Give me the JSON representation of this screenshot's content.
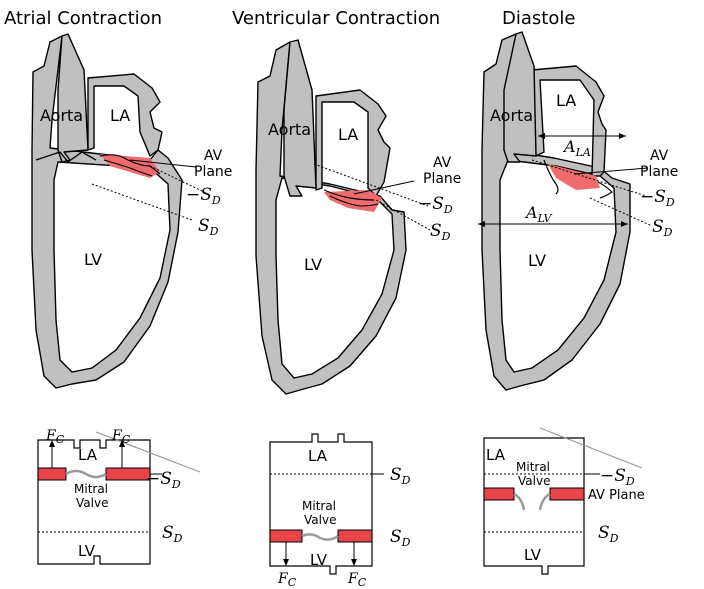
{
  "titles": [
    "Atrial Contraction",
    "Ventricular Contraction",
    "Diastole"
  ],
  "labels": {
    "aorta": "Aorta",
    "la": "LA",
    "lv": "LV",
    "av_plane_1": "AV",
    "av_plane_2": "Plane",
    "av_plane_inline": "AV Plane",
    "mitral_1": "Mitral",
    "mitral_2": "Valve"
  },
  "symbols": {
    "S": "S",
    "S_sub": "D",
    "neg": "−",
    "F": "F",
    "F_sub": "C",
    "A": "A",
    "A_la_sub": "LA",
    "A_lv_sub": "LV"
  },
  "colors": {
    "valve_red": "#e8454b",
    "tissue_gray": "#c0c0c0"
  }
}
